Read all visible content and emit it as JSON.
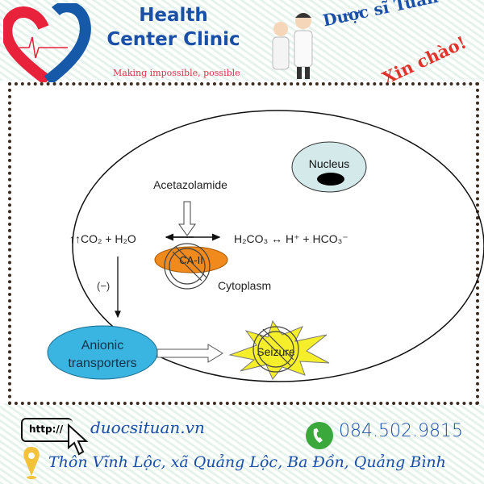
{
  "header": {
    "brand_title": "Health Center Clinic",
    "tagline": "Making impossible, possible",
    "greeting_name": "Dược sĩ Tuấn",
    "greeting": "Xin chào!"
  },
  "diagram": {
    "nucleus": "Nucleus",
    "drug": "Acetazolamide",
    "reactant": "↑↑CO₂ + H₂O",
    "product": "H₂CO₃ ↔ H⁺ + HCO₃⁻",
    "enzyme": "CA-II",
    "compartment": "Cytoplasm",
    "inhibition": "(−)",
    "transporters_line1": "Anionic",
    "transporters_line2": "transporters",
    "outcome": "Seizure",
    "colors": {
      "enzyme": "#f08a1c",
      "transporters": "#3ab4e0",
      "seizure": "#f5ee2a",
      "nucleus": "#d4eaea"
    }
  },
  "footer": {
    "url_badge": "http://",
    "website": "duocsituan.vn",
    "phone": "084.502.9815",
    "address": "Thôn Vĩnh Lộc, xã Quảng Lộc, Ba Đồn, Quảng Bình"
  }
}
